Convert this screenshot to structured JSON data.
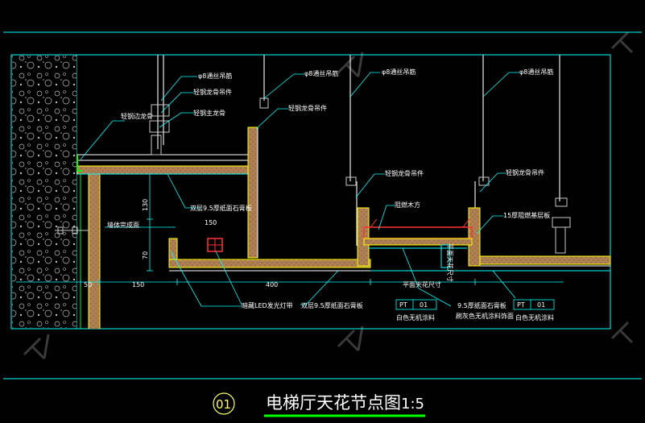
{
  "labels": {
    "rod_a": "φ8通丝吊筋",
    "light_keel_hanger_a": "轻钢龙骨吊件",
    "main_keel": "轻钢主龙骨",
    "side_keel": "轻钢边龙骨",
    "rod_b": "φ8通丝吊筋",
    "light_keel_hanger_b": "轻钢龙骨吊件",
    "rod_c": "φ8通丝吊筋",
    "light_keel_hanger_c": "轻钢龙骨吊件",
    "fire_wood": "阻燃木方",
    "rod_d": "φ8通丝吊筋",
    "light_keel_hanger_d": "轻钢龙骨吊件",
    "base_board": "15厚阻燃基层板",
    "double_gypsum_a": "双层9.5厚纸面石膏板",
    "wall_finish": "墙体完成面",
    "led_strip": "暗藏LED发光灯带",
    "double_gypsum_b": "双层9.5厚纸面石膏板",
    "flat_ceiling": "平面天花尺寸",
    "gypsum_board": "9.5厚纸面石膏板",
    "paint_note": "刷灰色无机涂料饰面",
    "pt_code_a": "PT",
    "pt_num_a": "01",
    "pt_desc_a": "白色无机涂料",
    "pt_code_b": "PT",
    "pt_num_b": "01",
    "pt_desc_b": "白色无机涂料",
    "vertical_note": "平面天花尺寸"
  },
  "dimensions": {
    "d130": "130",
    "d150_top": "150",
    "d70": "70",
    "d50": "50",
    "d150_bottom": "150",
    "d400": "400"
  },
  "title": {
    "number": "01",
    "text": "电梯厅天花节点图",
    "scale": "1:5"
  },
  "colors": {
    "frame": "#00ffff",
    "leader": "#00ffff",
    "rod": "#c8c8c8",
    "keel": "#ff3333",
    "board_fill": "#cc9966",
    "board_edge": "#ffff00",
    "wall_edge": "#00ff00",
    "fixture": "#ffff00",
    "title_underline": "#00ff00"
  }
}
